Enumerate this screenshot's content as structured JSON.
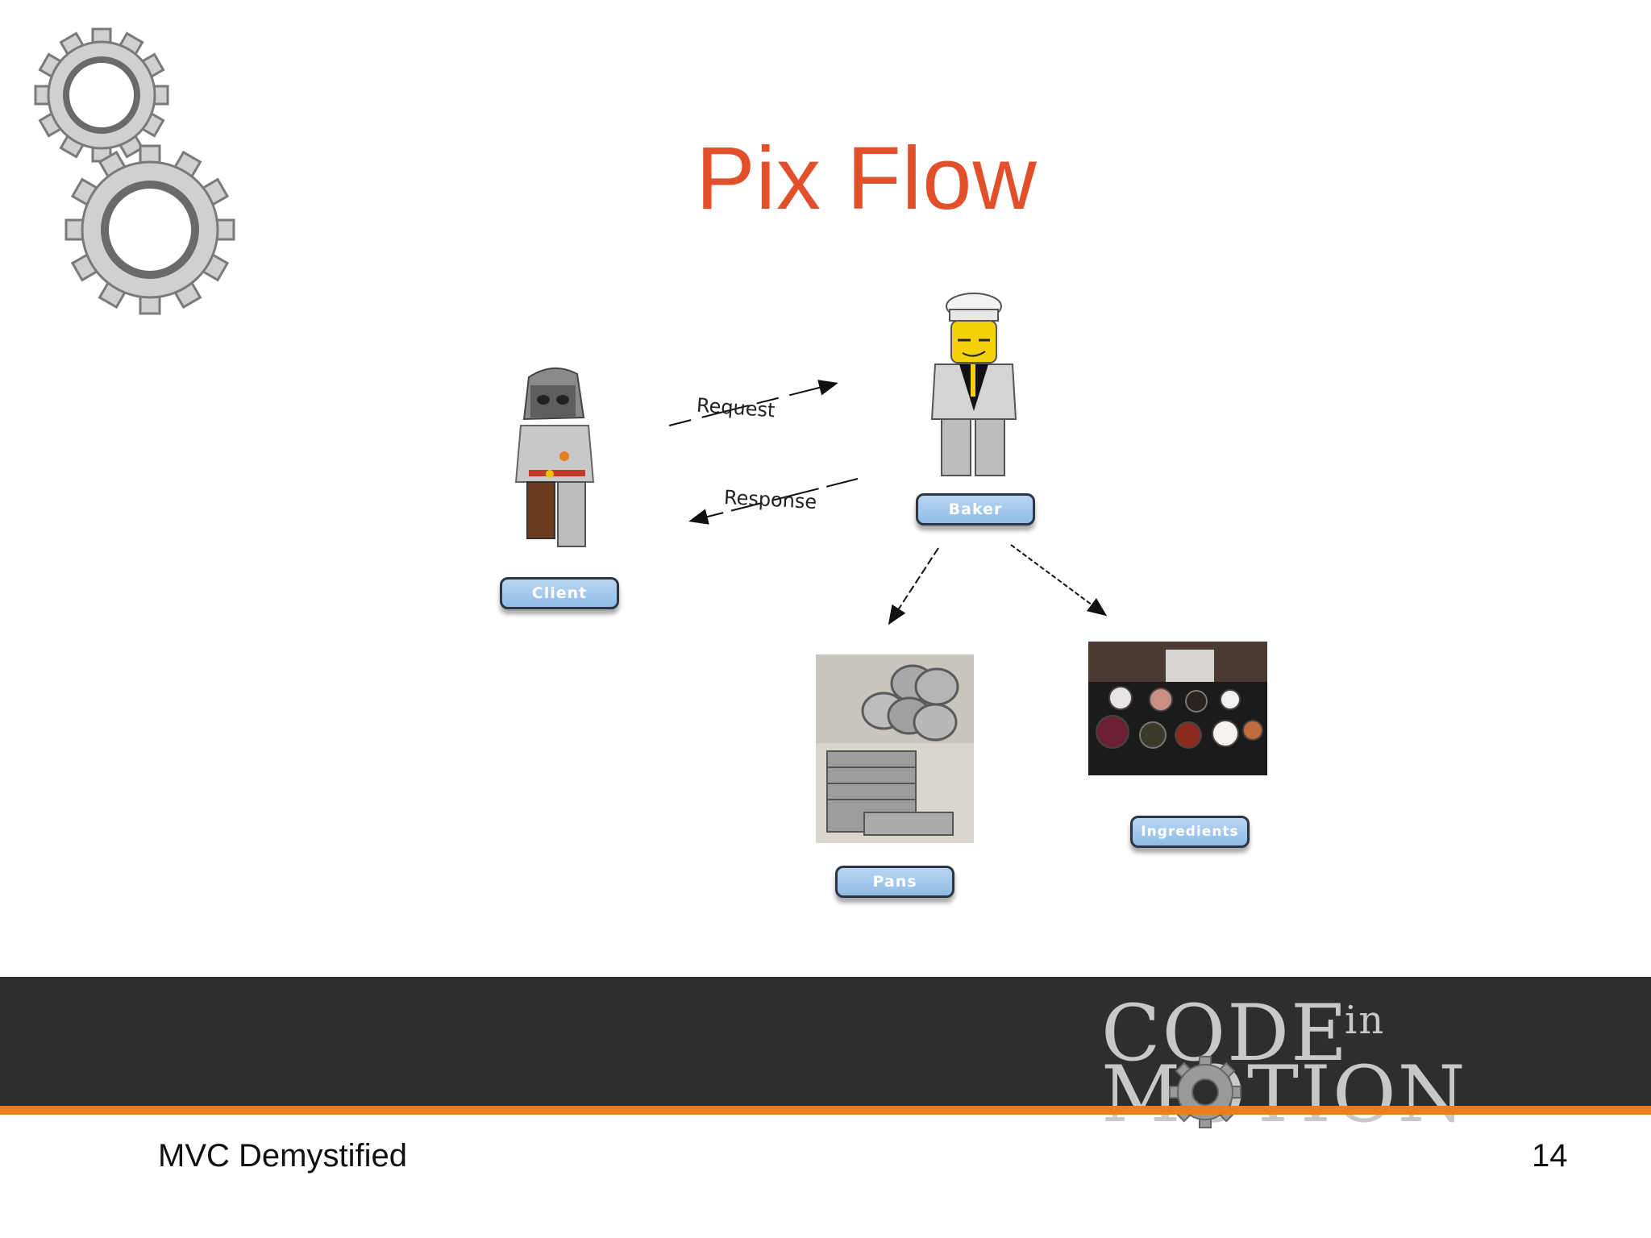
{
  "slide": {
    "title": "Pix Flow",
    "footer_title": "MVC Demystified",
    "page_number": "14"
  },
  "diagram": {
    "request_label": "Request",
    "response_label": "Response",
    "nodes": {
      "client": "Client",
      "baker": "Baker",
      "pans": "Pans",
      "ingredients": "Ingredients"
    }
  },
  "logo": {
    "line1": "CODE",
    "line1_small": "in",
    "line2": "MOTION"
  },
  "colors": {
    "title": "#e2502b",
    "footer_band": "#2e2e30",
    "accent_line": "#f07d1d",
    "label_fill": "#a6c9ec"
  },
  "icons": [
    "gears-icon",
    "client-figure-icon",
    "baker-figure-icon"
  ]
}
